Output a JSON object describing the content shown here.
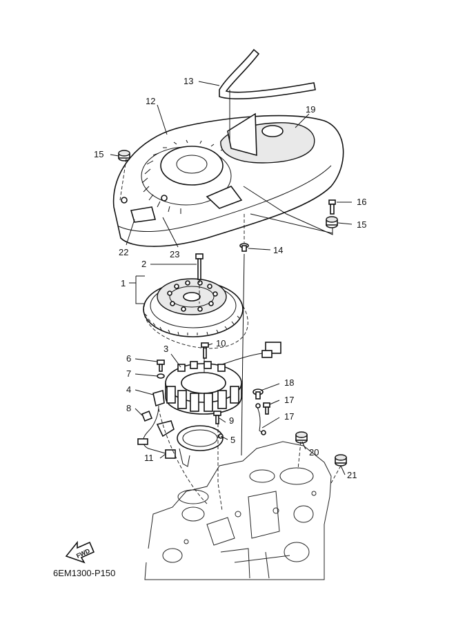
{
  "diagram_code": "6EM1300-P150",
  "fwd_label": "FWD",
  "callouts": [
    {
      "id": "c1",
      "label": "1"
    },
    {
      "id": "c2",
      "label": "2"
    },
    {
      "id": "c3",
      "label": "3"
    },
    {
      "id": "c4",
      "label": "4"
    },
    {
      "id": "c5",
      "label": "5"
    },
    {
      "id": "c6",
      "label": "6"
    },
    {
      "id": "c7",
      "label": "7"
    },
    {
      "id": "c8",
      "label": "8"
    },
    {
      "id": "c9",
      "label": "9"
    },
    {
      "id": "c10",
      "label": "10"
    },
    {
      "id": "c11",
      "label": "11"
    },
    {
      "id": "c12",
      "label": "12"
    },
    {
      "id": "c13",
      "label": "13"
    },
    {
      "id": "c14",
      "label": "14"
    },
    {
      "id": "c15a",
      "label": "15"
    },
    {
      "id": "c15b",
      "label": "15"
    },
    {
      "id": "c16",
      "label": "16"
    },
    {
      "id": "c17a",
      "label": "17"
    },
    {
      "id": "c17b",
      "label": "17"
    },
    {
      "id": "c18",
      "label": "18"
    },
    {
      "id": "c19",
      "label": "19"
    },
    {
      "id": "c20",
      "label": "20"
    },
    {
      "id": "c21",
      "label": "21"
    },
    {
      "id": "c22",
      "label": "22"
    },
    {
      "id": "c23",
      "label": "23"
    }
  ]
}
